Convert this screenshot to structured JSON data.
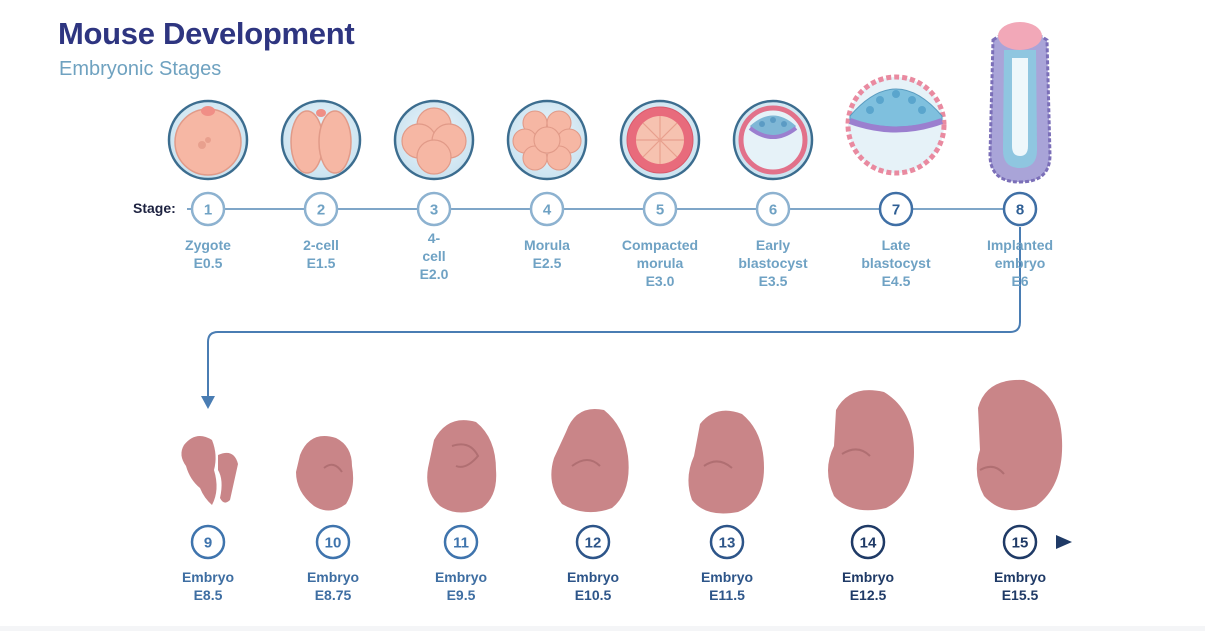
{
  "title": "Mouse Development",
  "subtitle": "Embryonic Stages",
  "stage_label": "Stage:",
  "top_stages": [
    {
      "number": "1",
      "name_lines": [
        "Zygote"
      ],
      "day": "E0.5"
    },
    {
      "number": "2",
      "name_lines": [
        "2-cell"
      ],
      "day": "E1.5"
    },
    {
      "number": "3",
      "name_lines": [
        "4-",
        "cell"
      ],
      "day": "E2.0"
    },
    {
      "number": "4",
      "name_lines": [
        "Morula"
      ],
      "day": "E2.5"
    },
    {
      "number": "5",
      "name_lines": [
        "Compacted",
        "morula"
      ],
      "day": "E3.0"
    },
    {
      "number": "6",
      "name_lines": [
        "Early",
        "blastocyst"
      ],
      "day": "E3.5"
    },
    {
      "number": "7",
      "name_lines": [
        "Late",
        "blastocyst"
      ],
      "day": "E4.5"
    },
    {
      "number": "8",
      "name_lines": [
        "Implanted",
        "embryo"
      ],
      "day": "E6"
    }
  ],
  "bottom_stages": [
    {
      "number": "9",
      "name": "Embryo",
      "day": "E8.5"
    },
    {
      "number": "10",
      "name": "Embryo",
      "day": "E8.75"
    },
    {
      "number": "11",
      "name": "Embryo",
      "day": "E9.5"
    },
    {
      "number": "12",
      "name": "Embryo",
      "day": "E10.5"
    },
    {
      "number": "13",
      "name": "Embryo",
      "day": "E11.5"
    },
    {
      "number": "14",
      "name": "Embryo",
      "day": "E12.5"
    },
    {
      "number": "15",
      "name": "Embryo",
      "day": "E15.5"
    }
  ],
  "colors": {
    "title": "#2e3580",
    "subtitle": "#6fa2c0",
    "top_timeline": "#7fa6c8",
    "bottom_timeline_start": "#3f74ad",
    "bottom_timeline_end": "#1f3a66",
    "cell_fill": "#f7b8a6",
    "embryo_fill": "#c98588"
  }
}
